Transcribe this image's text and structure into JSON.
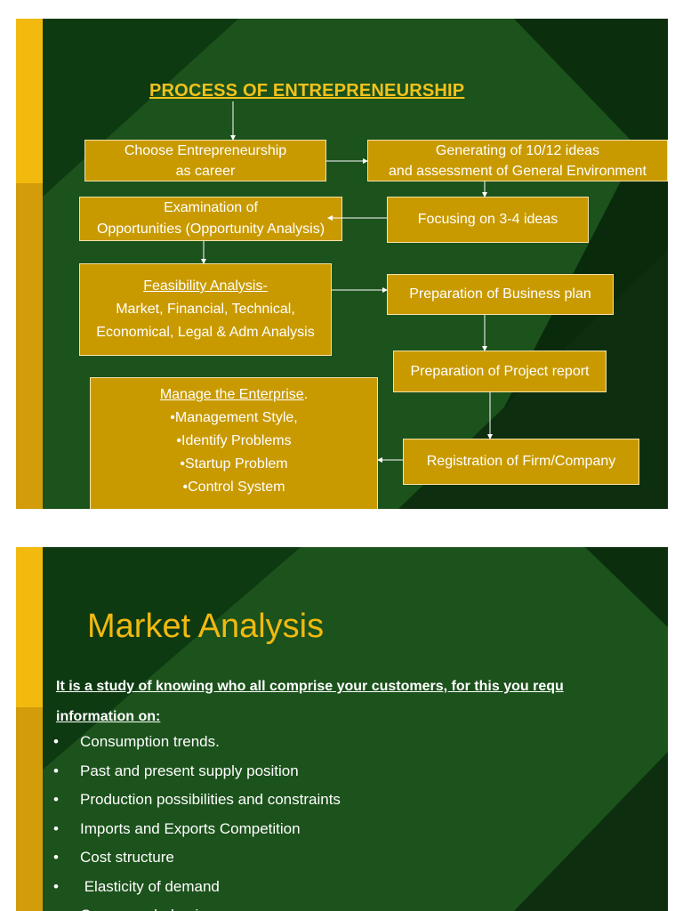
{
  "slide1": {
    "title": "PROCESS OF ENTREPRENEURSHIP",
    "boxes": {
      "choose": [
        "Choose Entrepreneurship",
        "as career"
      ],
      "generating": [
        "Generating  of  10/12 ideas",
        "and assessment of General Environment"
      ],
      "examination": [
        "Examination of",
        "Opportunities (Opportunity Analysis)"
      ],
      "focusing": "Focusing  on 3-4 ideas",
      "feasibility": [
        "Feasibility Analysis-",
        "Market, Financial, Technical,",
        "Economical, Legal & Adm Analysis"
      ],
      "business_plan": "Preparation of Business plan",
      "project_report": "Preparation of Project report",
      "manage": [
        "Manage the Enterprise",
        ".",
        "•Management Style,",
        "•Identify Problems",
        "•Startup Problem",
        "•Control System"
      ],
      "registration": "Registration of Firm/Company"
    }
  },
  "slide2": {
    "title": "Market Analysis",
    "intro_line1": "It is a study of knowing who all comprise your customers, for this you requ",
    "intro_line2": "information on:",
    "bullet_char": "•",
    "bullets": [
      "Consumption trends.",
      "Past and present supply position",
      "Production possibilities and constraints",
      "Imports and Exports Competition",
      "Cost structure",
      " Elasticity of demand",
      "Consumer behavior"
    ]
  },
  "colors": {
    "accent": "#f2b90f",
    "box_fill": "#c99a00",
    "background_dark": "#0d2a10",
    "background_green": "#1f5a1d"
  }
}
